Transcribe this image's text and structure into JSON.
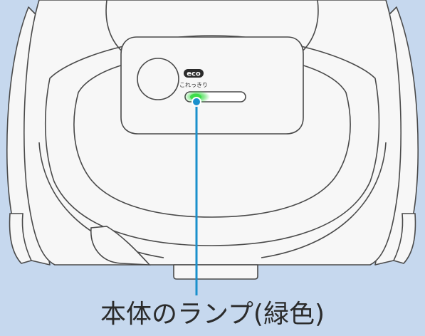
{
  "logo": {
    "eco_text": "eco",
    "sub_text": "これっきり"
  },
  "callout": {
    "label": "本体のランプ(緑色)",
    "color": "#1a90cc"
  },
  "lamp": {
    "color": "#3ddc4a"
  },
  "colors": {
    "background": "#c6d8ee",
    "body": "#f7f7f7",
    "outline": "#4a4a4a"
  }
}
